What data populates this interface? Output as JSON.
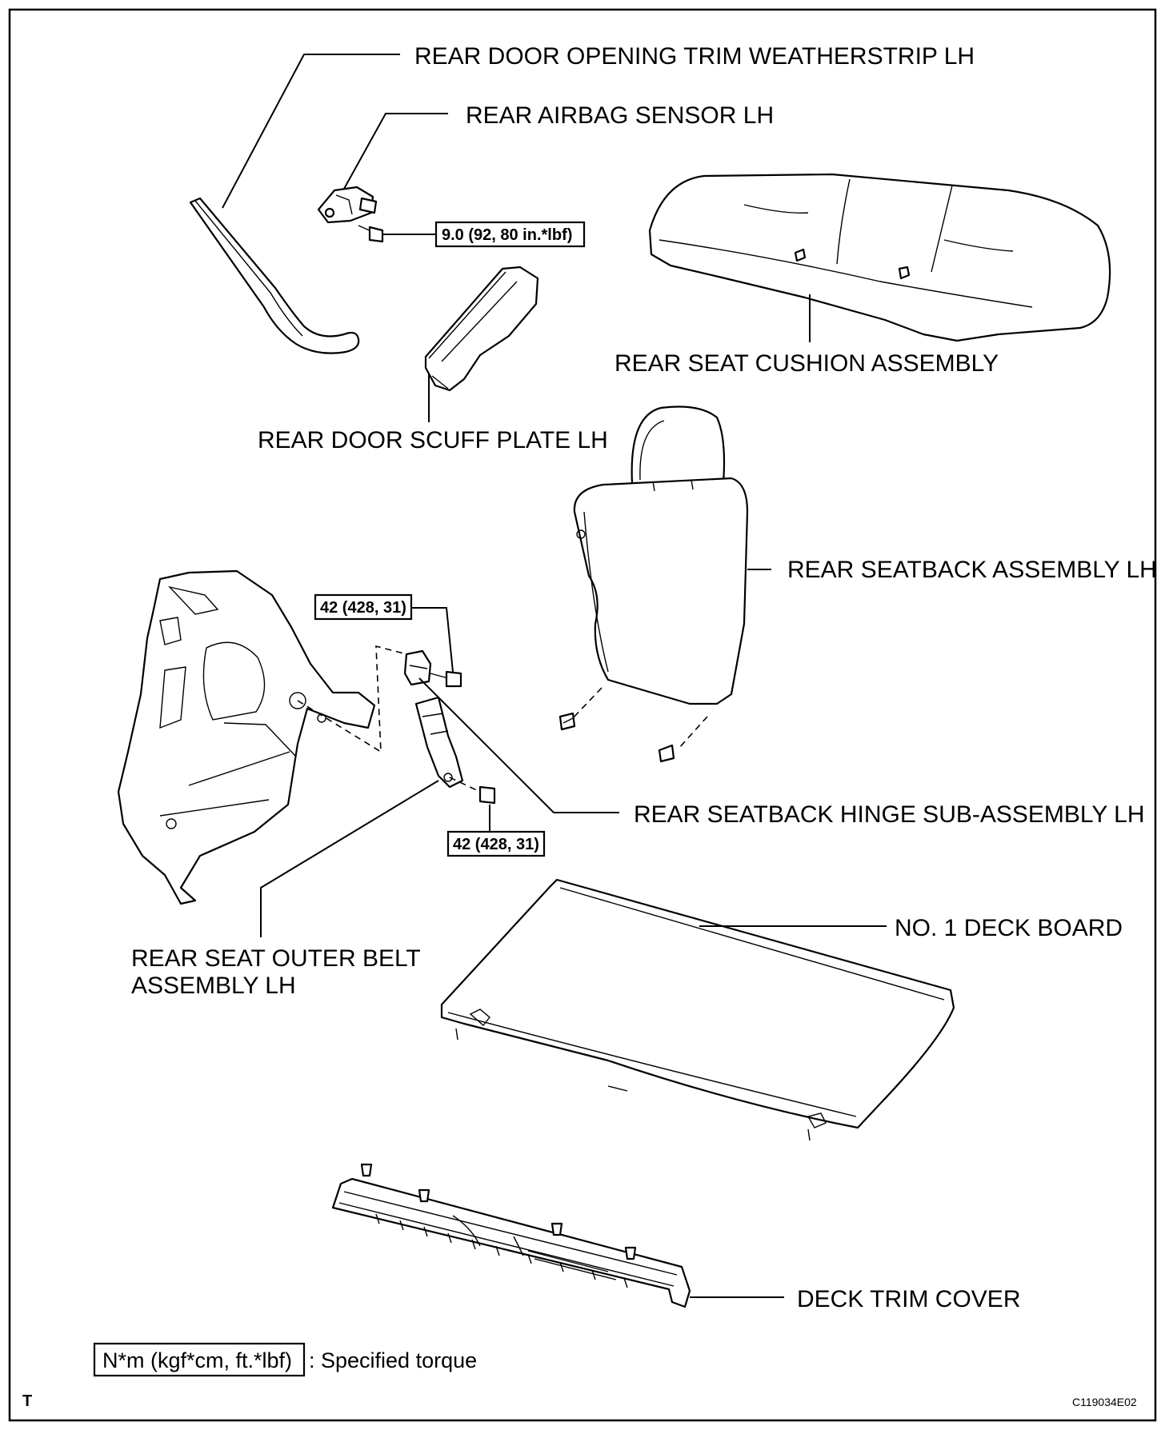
{
  "labels": {
    "weatherstrip": "REAR DOOR OPENING TRIM WEATHERSTRIP LH",
    "airbag_sensor": "REAR AIRBAG SENSOR LH",
    "cushion": "REAR SEAT CUSHION ASSEMBLY",
    "scuff_plate": "REAR DOOR SCUFF PLATE LH",
    "seatback": "REAR SEATBACK ASSEMBLY LH",
    "hinge": "REAR SEATBACK HINGE SUB-ASSEMBLY LH",
    "outer_belt_line1": "REAR SEAT OUTER BELT",
    "outer_belt_line2": "ASSEMBLY LH",
    "deck_board": "NO. 1 DECK BOARD",
    "deck_trim": "DECK TRIM COVER"
  },
  "torques": {
    "airbag_sensor": "9.0 (92, 80 in.*lbf)",
    "hinge_upper": "42 (428, 31)",
    "hinge_lower": "42 (428, 31)"
  },
  "legend": {
    "unit": "N*m (kgf*cm, ft.*lbf)",
    "text": ": Specified torque"
  },
  "corner_mark": "T",
  "figure_code": "C119034E02"
}
